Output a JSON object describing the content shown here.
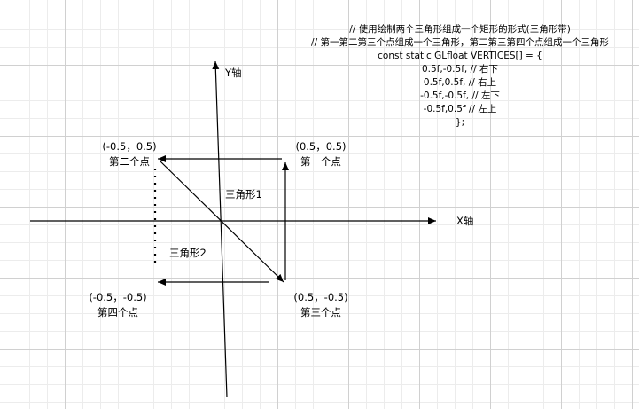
{
  "axes": {
    "x_label": "X轴",
    "y_label": "Y轴"
  },
  "points": [
    {
      "coord": "(0.5，0.5)",
      "name": "第一个点"
    },
    {
      "coord": "(-0.5，0.5)",
      "name": "第二个点"
    },
    {
      "coord": "(0.5，-0.5)",
      "name": "第三个点"
    },
    {
      "coord": "(-0.5，-0.5)",
      "name": "第四个点"
    }
  ],
  "triangles": [
    "三角形1",
    "三角形2"
  ],
  "code": [
    "// 使用绘制两个三角形组成一个矩形的形式(三角形带)",
    "// 第一第二第三个点组成一个三角形，第二第三第四个点组成一个三角形",
    "const static GLfloat VERTICES[] = {",
    "0.5f,-0.5f, // 右下",
    "0.5f,0.5f, // 右上",
    "-0.5f,-0.5f, // 左下",
    "-0.5f,0.5f // 左上",
    "};"
  ]
}
